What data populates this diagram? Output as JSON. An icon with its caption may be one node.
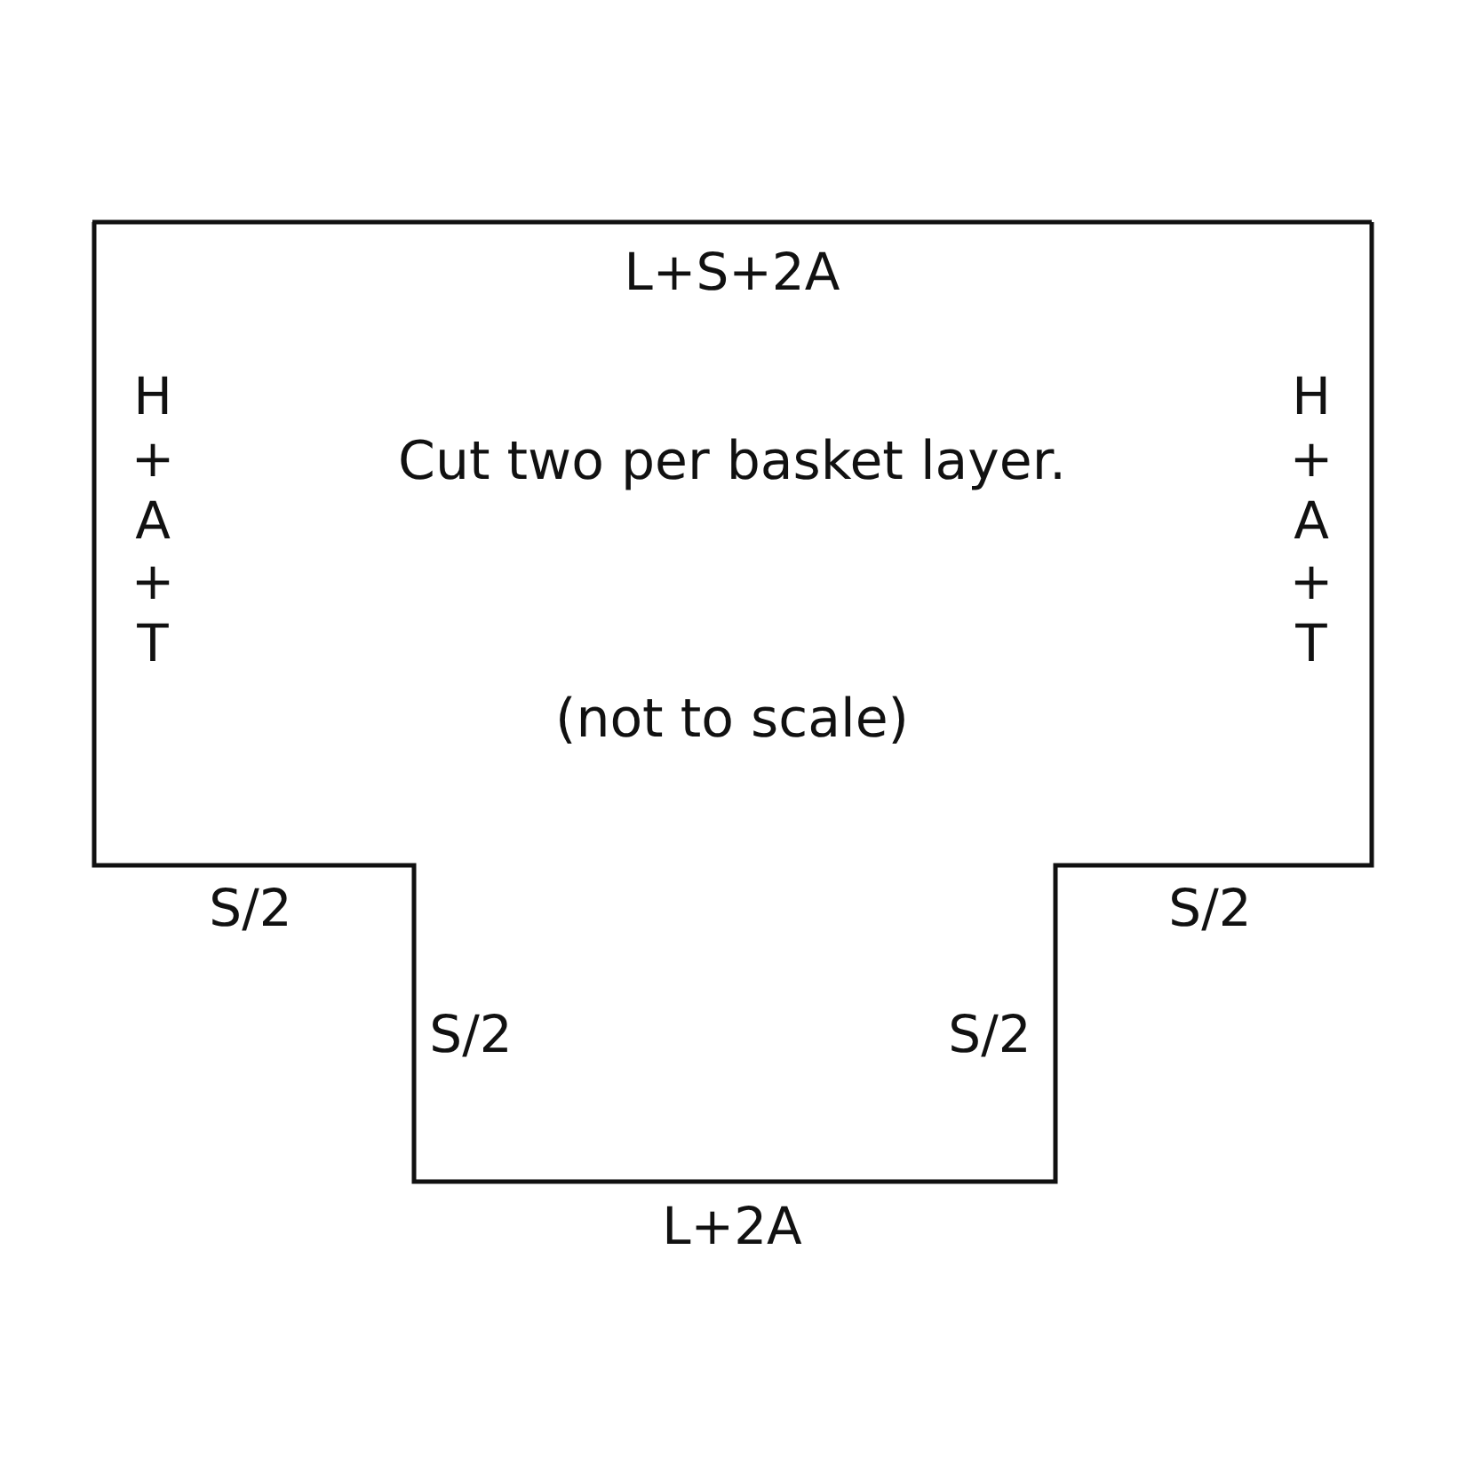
{
  "diagram": {
    "nodes": [
      {
        "text": [
          "Cut two per basket layer.",
          "(not to scale)"
        ]
      }
    ],
    "labels": [
      "L+S+2A",
      "H+A+T",
      "H+A+T",
      "S/2",
      "S/2",
      "S/2",
      "S/2",
      "L+2A"
    ]
  }
}
